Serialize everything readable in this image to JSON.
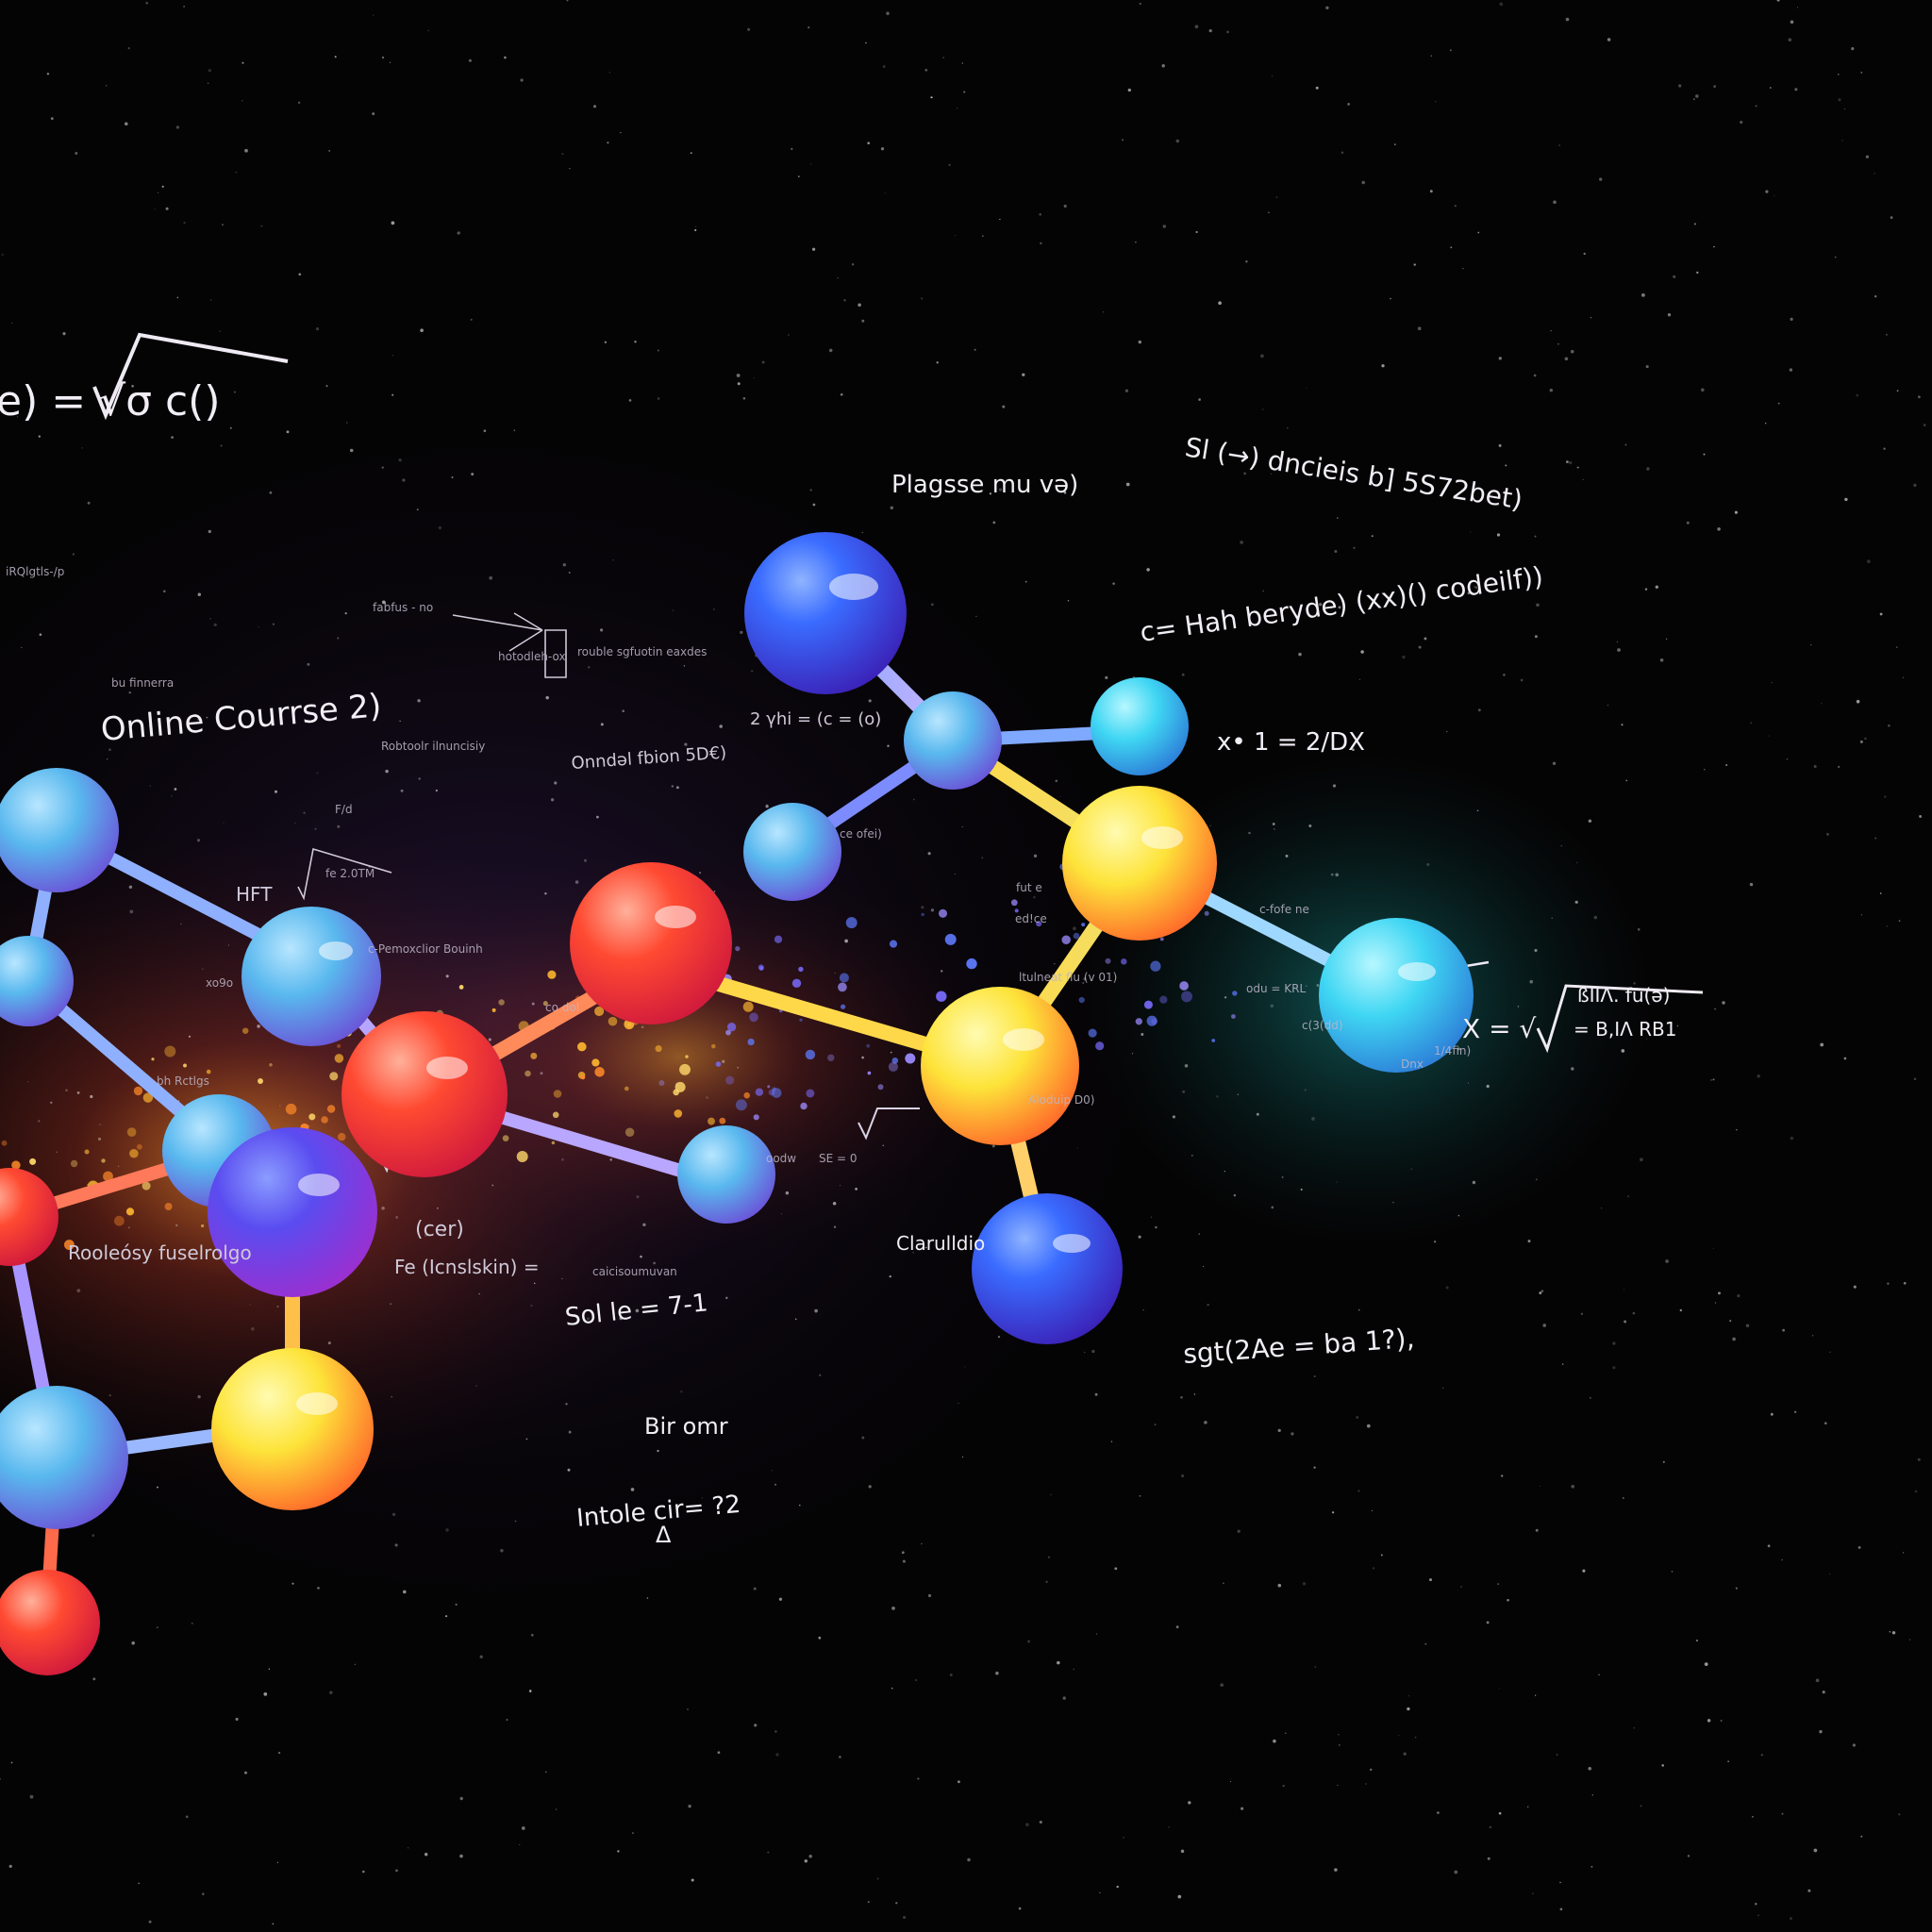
{
  "colors": {
    "background": "#050405",
    "atom_blue": "#3a6cff",
    "atom_lightblue": "#59b8ee",
    "atom_cyan": "#3fd6f3",
    "atom_red": "#ff3f2c",
    "atom_yellow": "#fde43a",
    "atom_violet": "#5a4cf0",
    "glow_orange": "#ffae2e",
    "glow_teal": "#1fb8b4"
  },
  "texts": {
    "equation_root": "e) = √σ c()",
    "online_course": "Online Courrse 2)",
    "plasse": "Plagsse mu və)",
    "sl_dncias": "Sl (→) dncieis b] 5S72bet)",
    "hah_beryde": "c= Hah beryde) (xx)() codeilf))",
    "x_2dx": "x• 1 = 2/DX",
    "sqrt_x": "X = √",
    "sqrt_x_num": "ßIIΛ. fu(ə)",
    "sqrt_x_den": "= B,IΛ RB1",
    "sgt": "sgt(2Ae = ba 1?),",
    "sol": "Sol le = 7-1",
    "bir_omr": "Bir omr",
    "intole": "Intole cir= ?2",
    "delta": "Δ",
    "claruldio": "Clarulldio",
    "ondal": "Onndəl fbion 5D€)",
    "bhv": "2 γhi = (c = (o)",
    "roeunlion": "Rooleósy fuselrolgo",
    "hft": "HFT",
    "cvr": "(cer)",
    "comb": "Fe (Icnslskin) ="
  }
}
